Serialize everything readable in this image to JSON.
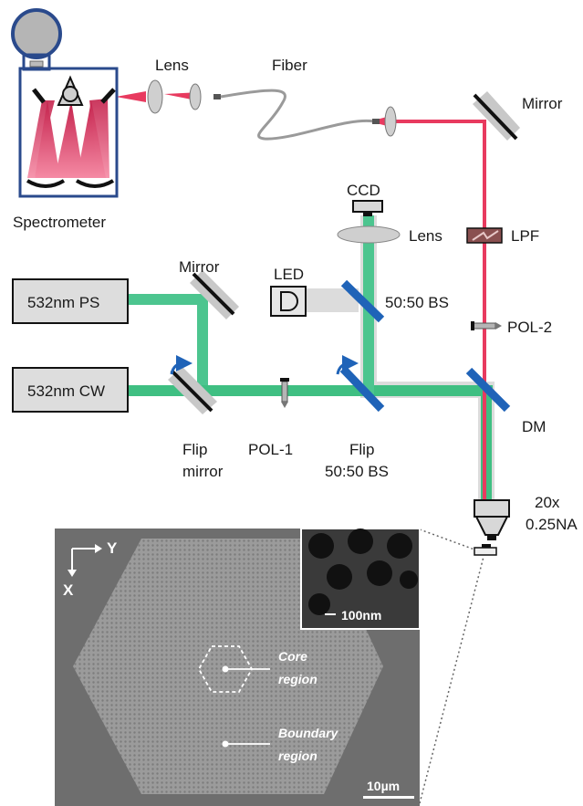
{
  "labels": {
    "spectrometer": "Spectrometer",
    "lens_top": "Lens",
    "fiber": "Fiber",
    "mirror_top": "Mirror",
    "ccd": "CCD",
    "lens_ccd": "Lens",
    "lpf": "LPF",
    "mirror_left": "Mirror",
    "led": "LED",
    "bs_5050": "50:50 BS",
    "pol2": "POL-2",
    "laser_ps": "532nm PS",
    "laser_cw": "532nm CW",
    "dm": "DM",
    "flip_mirror_1": "Flip",
    "flip_mirror_2": "mirror",
    "pol1": "POL-1",
    "flip_bs_1": "Flip",
    "flip_bs_2": "50:50 BS",
    "objective_1": "20x",
    "objective_2": "0.25NA"
  },
  "sem": {
    "axis_y": "Y",
    "axis_x": "X",
    "inset_scale": "100nm",
    "core_1": "Core",
    "core_2": "region",
    "boundary_1": "Boundary",
    "boundary_2": "region",
    "scale": "10µm"
  },
  "colors": {
    "green_beam": "#45c48a",
    "red_beam": "#e83a5f",
    "white_beam": "#d9d9d9",
    "optic_blue": "#1f63b8",
    "spectrometer_frame": "#2a4a8c"
  }
}
